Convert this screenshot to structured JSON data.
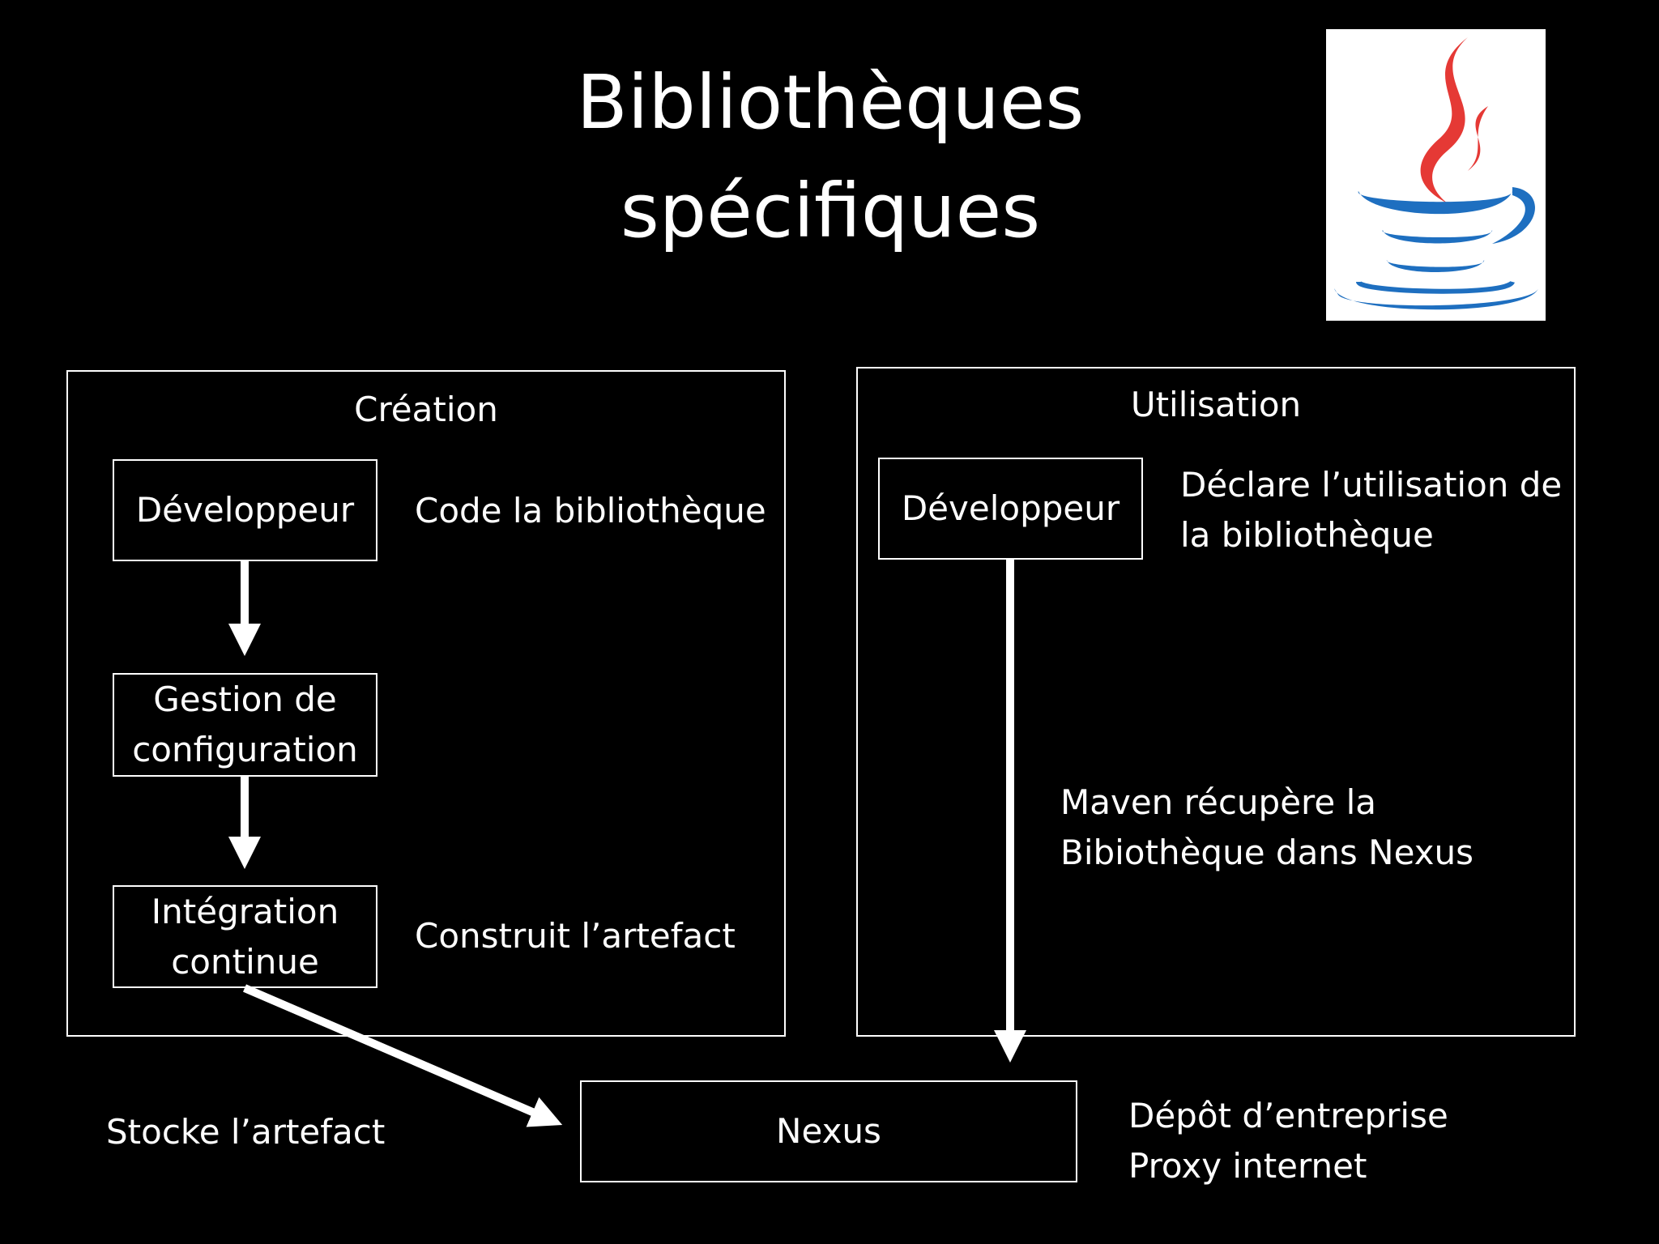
{
  "slide": {
    "title_line1": "Bibliothèques",
    "title_line2": "spécifiques"
  },
  "logo": {
    "icon": "java-coffee-cup-logo",
    "colors": {
      "steam": "#e53935",
      "cup": "#1e6fc0"
    }
  },
  "creation": {
    "title": "Création",
    "developer": "Développeur",
    "developer_note": "Code la bibliothèque",
    "config_line1": "Gestion de",
    "config_line2": "configuration",
    "ci_line1": "Intégration",
    "ci_line2": "continue",
    "ci_note": "Construit l’artefact"
  },
  "utilisation": {
    "title": "Utilisation",
    "developer": "Développeur",
    "developer_note_line1": "Déclare l’utilisation de",
    "developer_note_line2": "la bibliothèque",
    "maven_note_line1": "Maven récupère la",
    "maven_note_line2": "Bibiothèque dans Nexus"
  },
  "nexus": {
    "label": "Nexus",
    "store_note": "Stocke l’artefact",
    "desc_line1": "Dépôt d’entreprise",
    "desc_line2": "Proxy internet"
  }
}
